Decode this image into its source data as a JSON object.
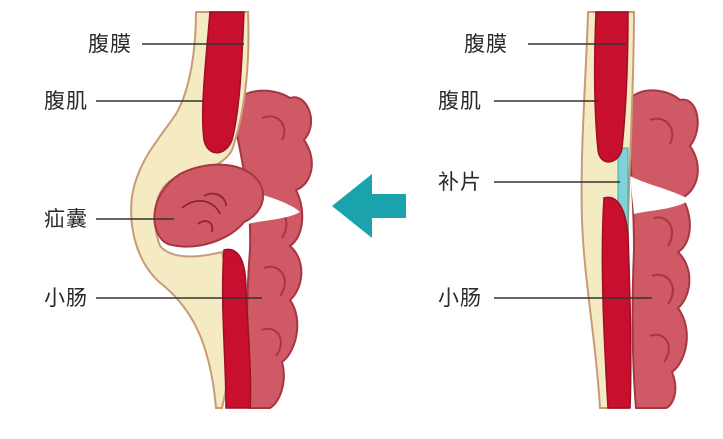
{
  "left_panel": {
    "labels": {
      "peritoneum": "腹膜",
      "abdominal_muscle": "腹肌",
      "hernia_sac": "疝囊",
      "small_intestine": "小肠"
    }
  },
  "right_panel": {
    "labels": {
      "peritoneum": "腹膜",
      "abdominal_muscle": "腹肌",
      "patch": "补片",
      "small_intestine": "小肠"
    }
  },
  "arrow": {
    "direction": "left",
    "color": "#1aa3ad"
  },
  "colors": {
    "muscle": "#c8102e",
    "wall": "#f5ebc2",
    "wall_outline": "#c89a78",
    "intestine": "#cf5a66",
    "intestine_outline": "#a63642",
    "patch": "#7fd2d8"
  }
}
